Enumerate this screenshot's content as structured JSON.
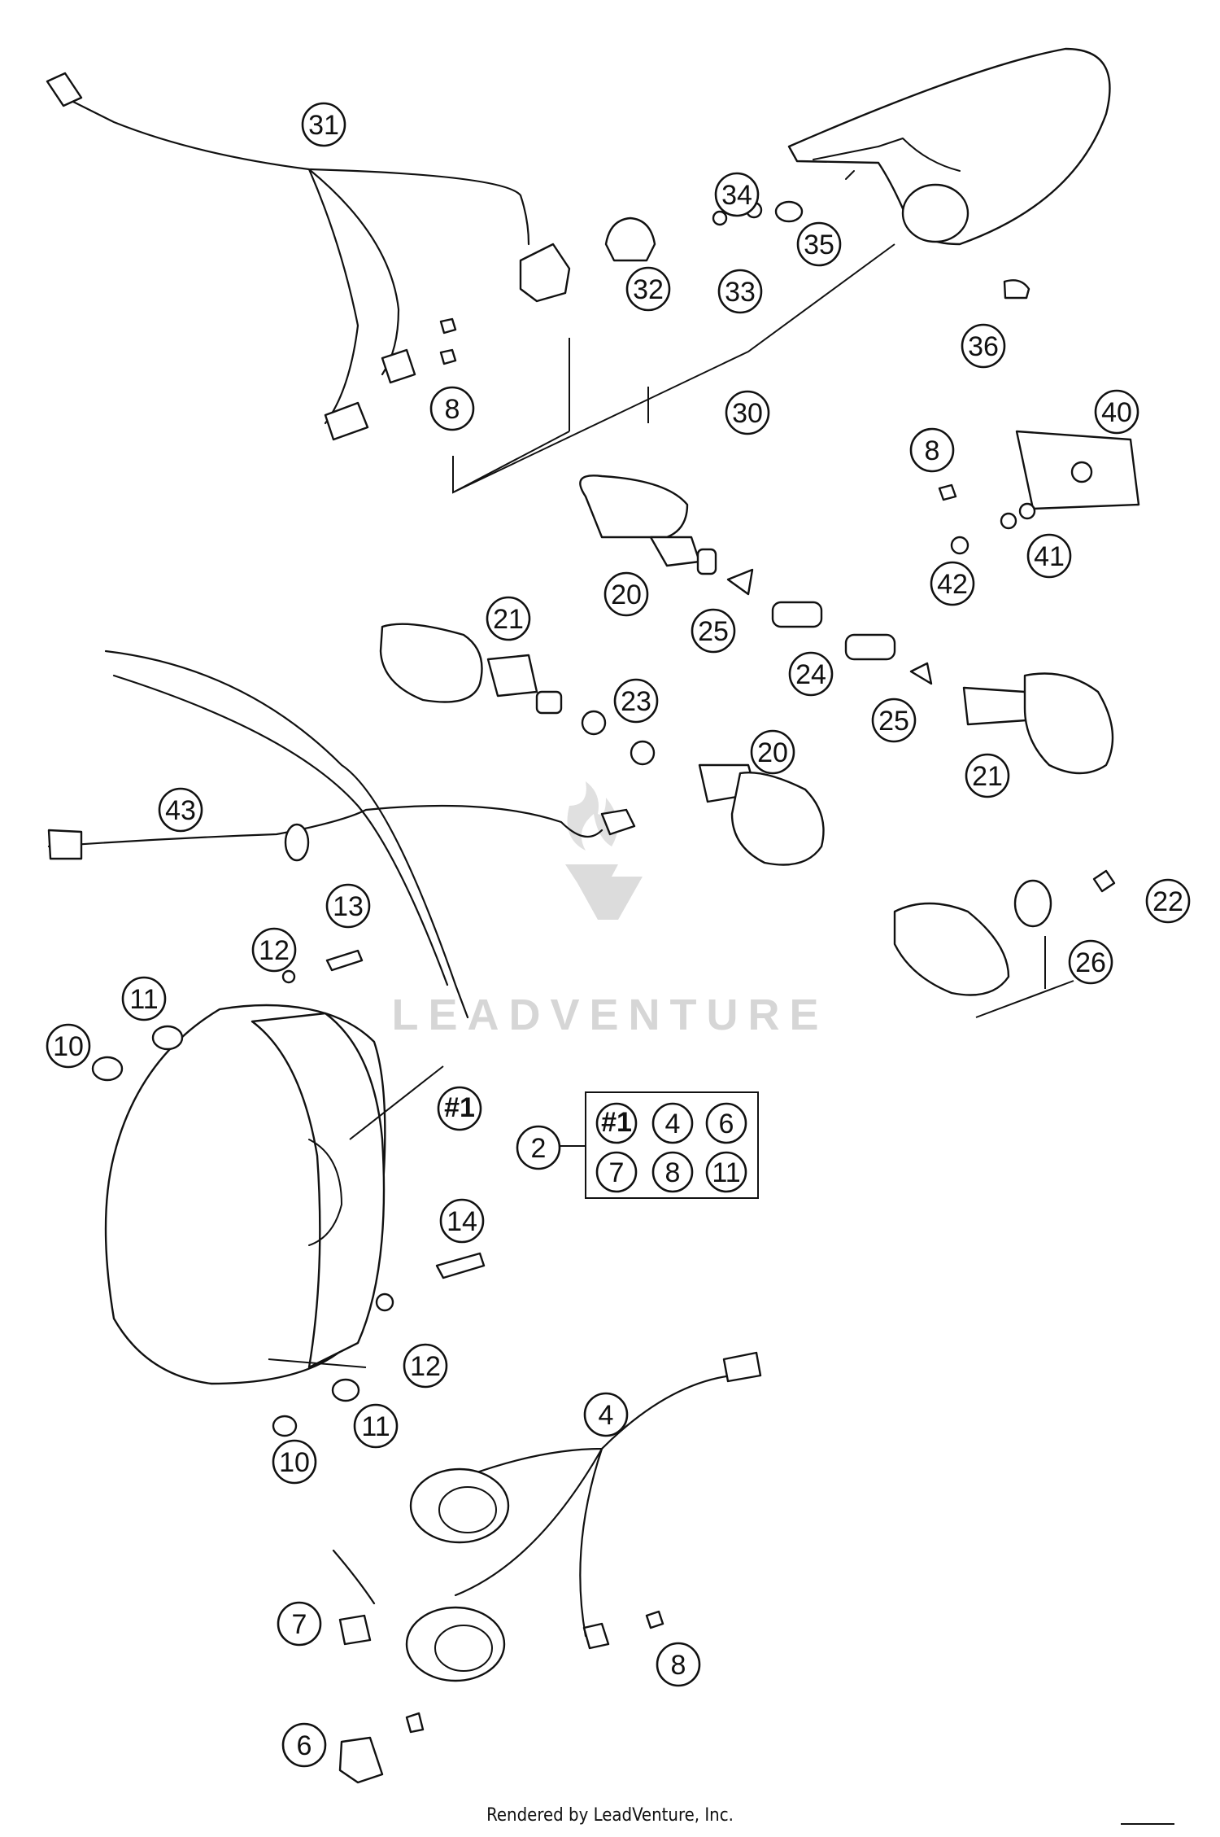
{
  "watermark": "LEADVENTURE",
  "footer": {
    "credit": "Rendered by LeadVenture, Inc."
  },
  "callouts": {
    "c31": "31",
    "c34": "34",
    "c35": "35",
    "c32": "32",
    "c33": "33",
    "c36": "36",
    "c30": "30",
    "c8a": "8",
    "c8b": "8",
    "c40": "40",
    "c41": "41",
    "c42": "42",
    "c20a": "20",
    "c21a": "21",
    "c25a": "25",
    "c24": "24",
    "c25b": "25",
    "c23": "23",
    "c20b": "20",
    "c21b": "21",
    "c43": "43",
    "c22": "22",
    "c13": "13",
    "c12a": "12",
    "c26": "26",
    "c11a": "11",
    "c10a": "10",
    "c1": "#1",
    "c2": "2",
    "c14": "14",
    "c12b": "12",
    "c11b": "11",
    "c10b": "10",
    "c4": "4",
    "c7": "7",
    "c8c": "8",
    "c6": "6"
  },
  "kit_box": {
    "contents": [
      "#1",
      "4",
      "6",
      "7",
      "8",
      "11"
    ]
  }
}
